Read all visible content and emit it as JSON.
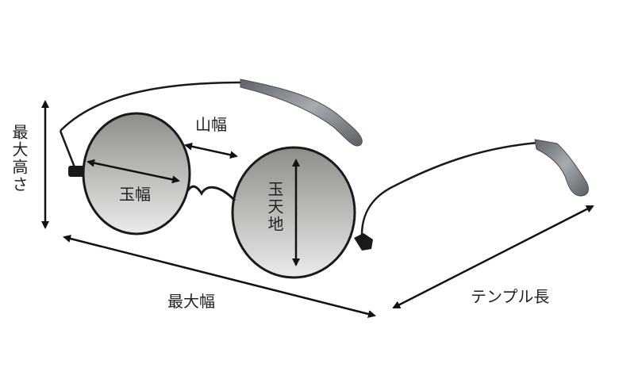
{
  "labels": {
    "max_height": "最大高さ",
    "bridge_width": "山幅",
    "lens_width": "玉幅",
    "lens_height": "玉天地",
    "total_width": "最大幅",
    "temple_length": "テンプル長"
  },
  "colors": {
    "frame": "#1a1a1a",
    "temple_tip": "#8a8d92",
    "lens_light": "#e6e6e4",
    "lens_dark": "#8b8b88",
    "arrow": "#111111",
    "text": "#222222"
  }
}
